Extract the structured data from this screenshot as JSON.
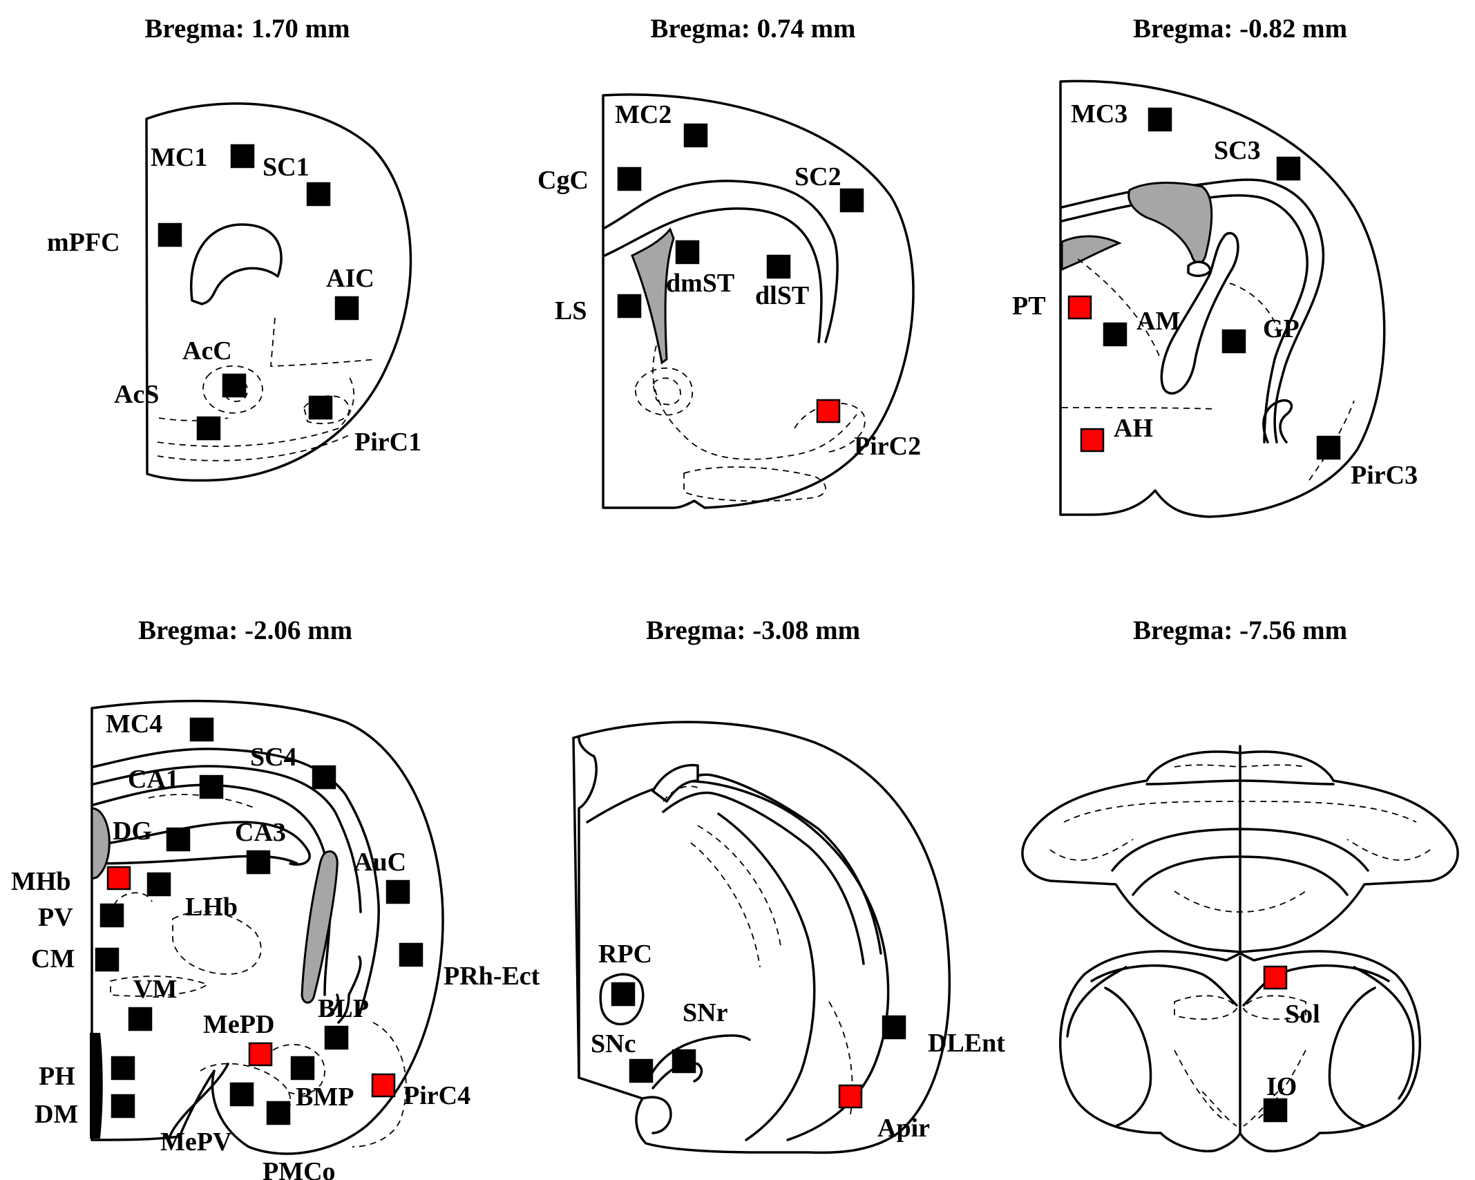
{
  "colors": {
    "marker_black": "#000000",
    "marker_red": "#ff0000",
    "ventricle_gray": "#a6a6a6",
    "outline": "#000000"
  },
  "sections": [
    {
      "id": "s1",
      "title": "Bregma: 1.70 mm",
      "labels": [
        "MC1",
        "SC1",
        "mPFC",
        "AIC",
        "AcC",
        "AcS",
        "PirC1"
      ],
      "markers": [
        {
          "region": "MC1",
          "color": "black"
        },
        {
          "region": "SC1",
          "color": "black"
        },
        {
          "region": "mPFC",
          "color": "black"
        },
        {
          "region": "AIC",
          "color": "black"
        },
        {
          "region": "AcC",
          "color": "black"
        },
        {
          "region": "AcS",
          "color": "black"
        },
        {
          "region": "PirC1",
          "color": "black"
        }
      ]
    },
    {
      "id": "s2",
      "title": "Bregma: 0.74 mm",
      "labels": [
        "MC2",
        "CgC",
        "SC2",
        "dmST",
        "dlST",
        "LS",
        "PirC2"
      ],
      "markers": [
        {
          "region": "MC2",
          "color": "black"
        },
        {
          "region": "CgC",
          "color": "black"
        },
        {
          "region": "SC2",
          "color": "black"
        },
        {
          "region": "dmST",
          "color": "black"
        },
        {
          "region": "dlST",
          "color": "black"
        },
        {
          "region": "LS",
          "color": "black"
        },
        {
          "region": "PirC2",
          "color": "red"
        }
      ]
    },
    {
      "id": "s3",
      "title": "Bregma: -0.82 mm",
      "labels": [
        "MC3",
        "SC3",
        "PT",
        "AM",
        "GP",
        "AH",
        "PirC3"
      ],
      "markers": [
        {
          "region": "MC3",
          "color": "black"
        },
        {
          "region": "SC3",
          "color": "black"
        },
        {
          "region": "PT",
          "color": "red"
        },
        {
          "region": "AM",
          "color": "black"
        },
        {
          "region": "GP",
          "color": "black"
        },
        {
          "region": "AH",
          "color": "red"
        },
        {
          "region": "PirC3",
          "color": "black"
        }
      ]
    },
    {
      "id": "s4",
      "title": "Bregma: -2.06 mm",
      "labels": [
        "MC4",
        "SC4",
        "CA1",
        "DG",
        "CA3",
        "AuC",
        "MHb",
        "LHb",
        "PV",
        "CM",
        "PRh-Ect",
        "VM",
        "MePD",
        "BLP",
        "PH",
        "DM",
        "BMP",
        "PirC4",
        "MePV",
        "PMCo"
      ],
      "markers": [
        {
          "region": "MC4",
          "color": "black"
        },
        {
          "region": "SC4",
          "color": "black"
        },
        {
          "region": "CA1",
          "color": "black"
        },
        {
          "region": "DG",
          "color": "black"
        },
        {
          "region": "CA3",
          "color": "black"
        },
        {
          "region": "AuC",
          "color": "black"
        },
        {
          "region": "MHb",
          "color": "red"
        },
        {
          "region": "LHb",
          "color": "black"
        },
        {
          "region": "PV",
          "color": "black"
        },
        {
          "region": "CM",
          "color": "black"
        },
        {
          "region": "PRh-Ect",
          "color": "black"
        },
        {
          "region": "VM",
          "color": "black"
        },
        {
          "region": "MePD",
          "color": "red"
        },
        {
          "region": "BLP",
          "color": "black"
        },
        {
          "region": "PH",
          "color": "black"
        },
        {
          "region": "DM",
          "color": "black"
        },
        {
          "region": "BMP",
          "color": "black"
        },
        {
          "region": "PirC4",
          "color": "red"
        },
        {
          "region": "MePV",
          "color": "black"
        },
        {
          "region": "PMCo",
          "color": "black"
        }
      ]
    },
    {
      "id": "s5",
      "title": "Bregma: -3.08 mm",
      "labels": [
        "RPC",
        "SNr",
        "SNc",
        "DLEnt",
        "Apir"
      ],
      "markers": [
        {
          "region": "RPC",
          "color": "black"
        },
        {
          "region": "SNr",
          "color": "black"
        },
        {
          "region": "SNc",
          "color": "black"
        },
        {
          "region": "DLEnt",
          "color": "black"
        },
        {
          "region": "Apir",
          "color": "red"
        }
      ]
    },
    {
      "id": "s6",
      "title": "Bregma: -7.56 mm",
      "labels": [
        "Sol",
        "IO"
      ],
      "markers": [
        {
          "region": "Sol",
          "color": "red"
        },
        {
          "region": "IO",
          "color": "black"
        }
      ]
    }
  ]
}
